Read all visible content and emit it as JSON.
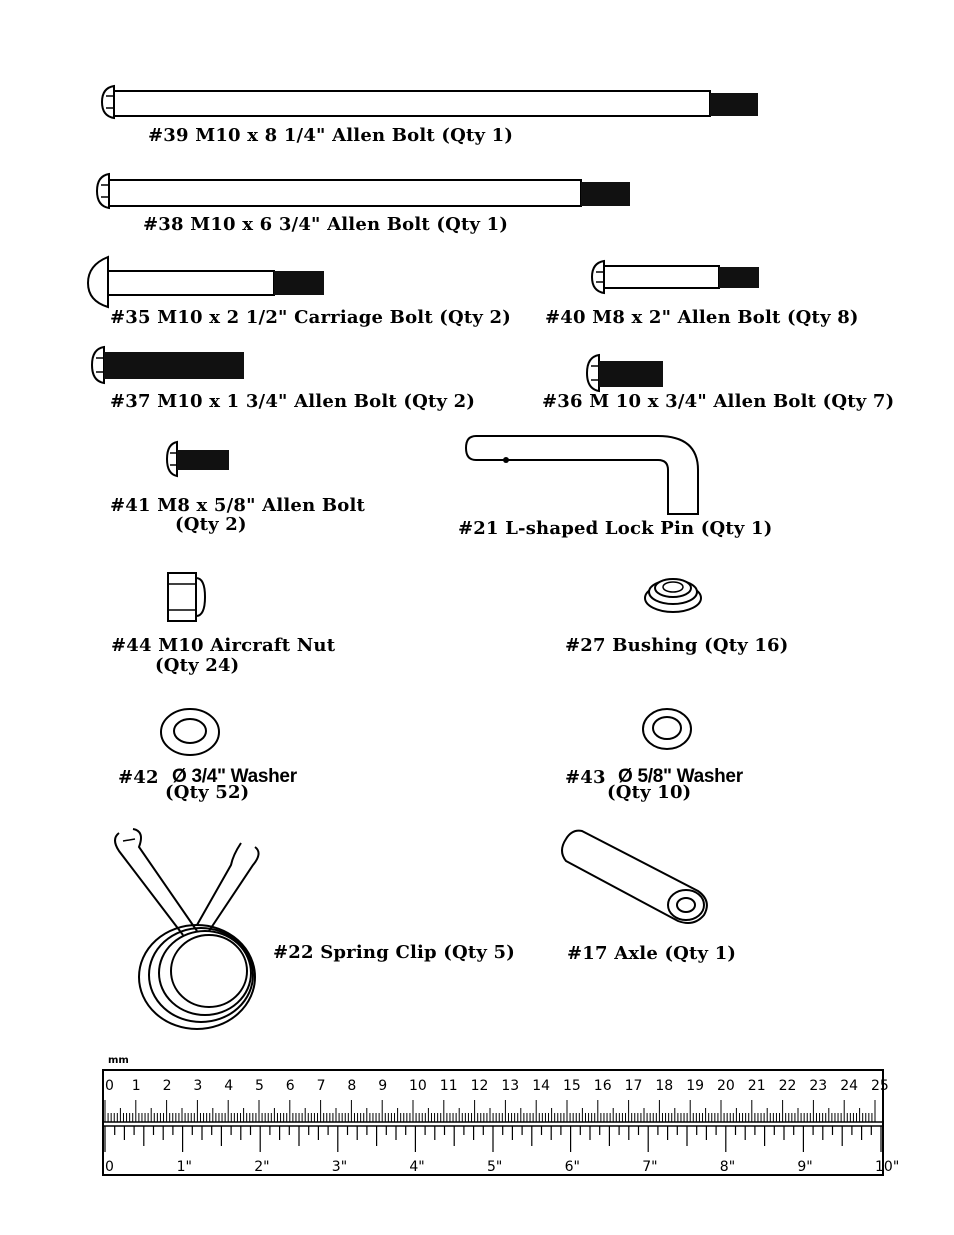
{
  "parts": {
    "p39": {
      "label": "#39 M10 x 8 1/4\" Allen Bolt (Qty 1)"
    },
    "p38": {
      "label": "#38 M10 x 6 3/4\" Allen Bolt (Qty 1)"
    },
    "p35": {
      "label": "#35 M10 x 2 1/2\" Carriage Bolt (Qty 2)"
    },
    "p40": {
      "label": "#40 M8 x 2\" Allen Bolt (Qty 8)"
    },
    "p37": {
      "label": "#37 M10 x 1 3/4\" Allen Bolt (Qty 2)"
    },
    "p36": {
      "label": "#36 M 10 x 3/4\" Allen Bolt (Qty 7)"
    },
    "p41": {
      "label": "#41 M8 x 5/8\" Allen Bolt",
      "qty": "(Qty 2)"
    },
    "p21": {
      "label": "#21 L-shaped Lock Pin (Qty 1)"
    },
    "p44": {
      "label": "#44 M10 Aircraft Nut",
      "qty": "(Qty 24)"
    },
    "p27": {
      "label": "#27 Bushing (Qty 16)"
    },
    "p42": {
      "num": "#42",
      "name": "Ø 3/4\" Washer",
      "qty": "(Qty 52)"
    },
    "p43": {
      "num": "#43",
      "name": "Ø 5/8\" Washer",
      "qty": "(Qty 10)"
    },
    "p22": {
      "label": "#22 Spring Clip (Qty 5)"
    },
    "p17": {
      "label": "#17 Axle (Qty 1)"
    }
  },
  "ruler": {
    "unit_label": "mm",
    "cm_labels": [
      "0",
      "1",
      "2",
      "3",
      "4",
      "5",
      "6",
      "7",
      "8",
      "9",
      "10",
      "11",
      "12",
      "13",
      "14",
      "15",
      "16",
      "17",
      "18",
      "19",
      "20",
      "21",
      "22",
      "23",
      "24",
      "25"
    ],
    "inch_labels": [
      "0",
      "1\"",
      "2\"",
      "3\"",
      "4\"",
      "5\"",
      "6\"",
      "7\"",
      "8\"",
      "9\"",
      "10\""
    ]
  }
}
